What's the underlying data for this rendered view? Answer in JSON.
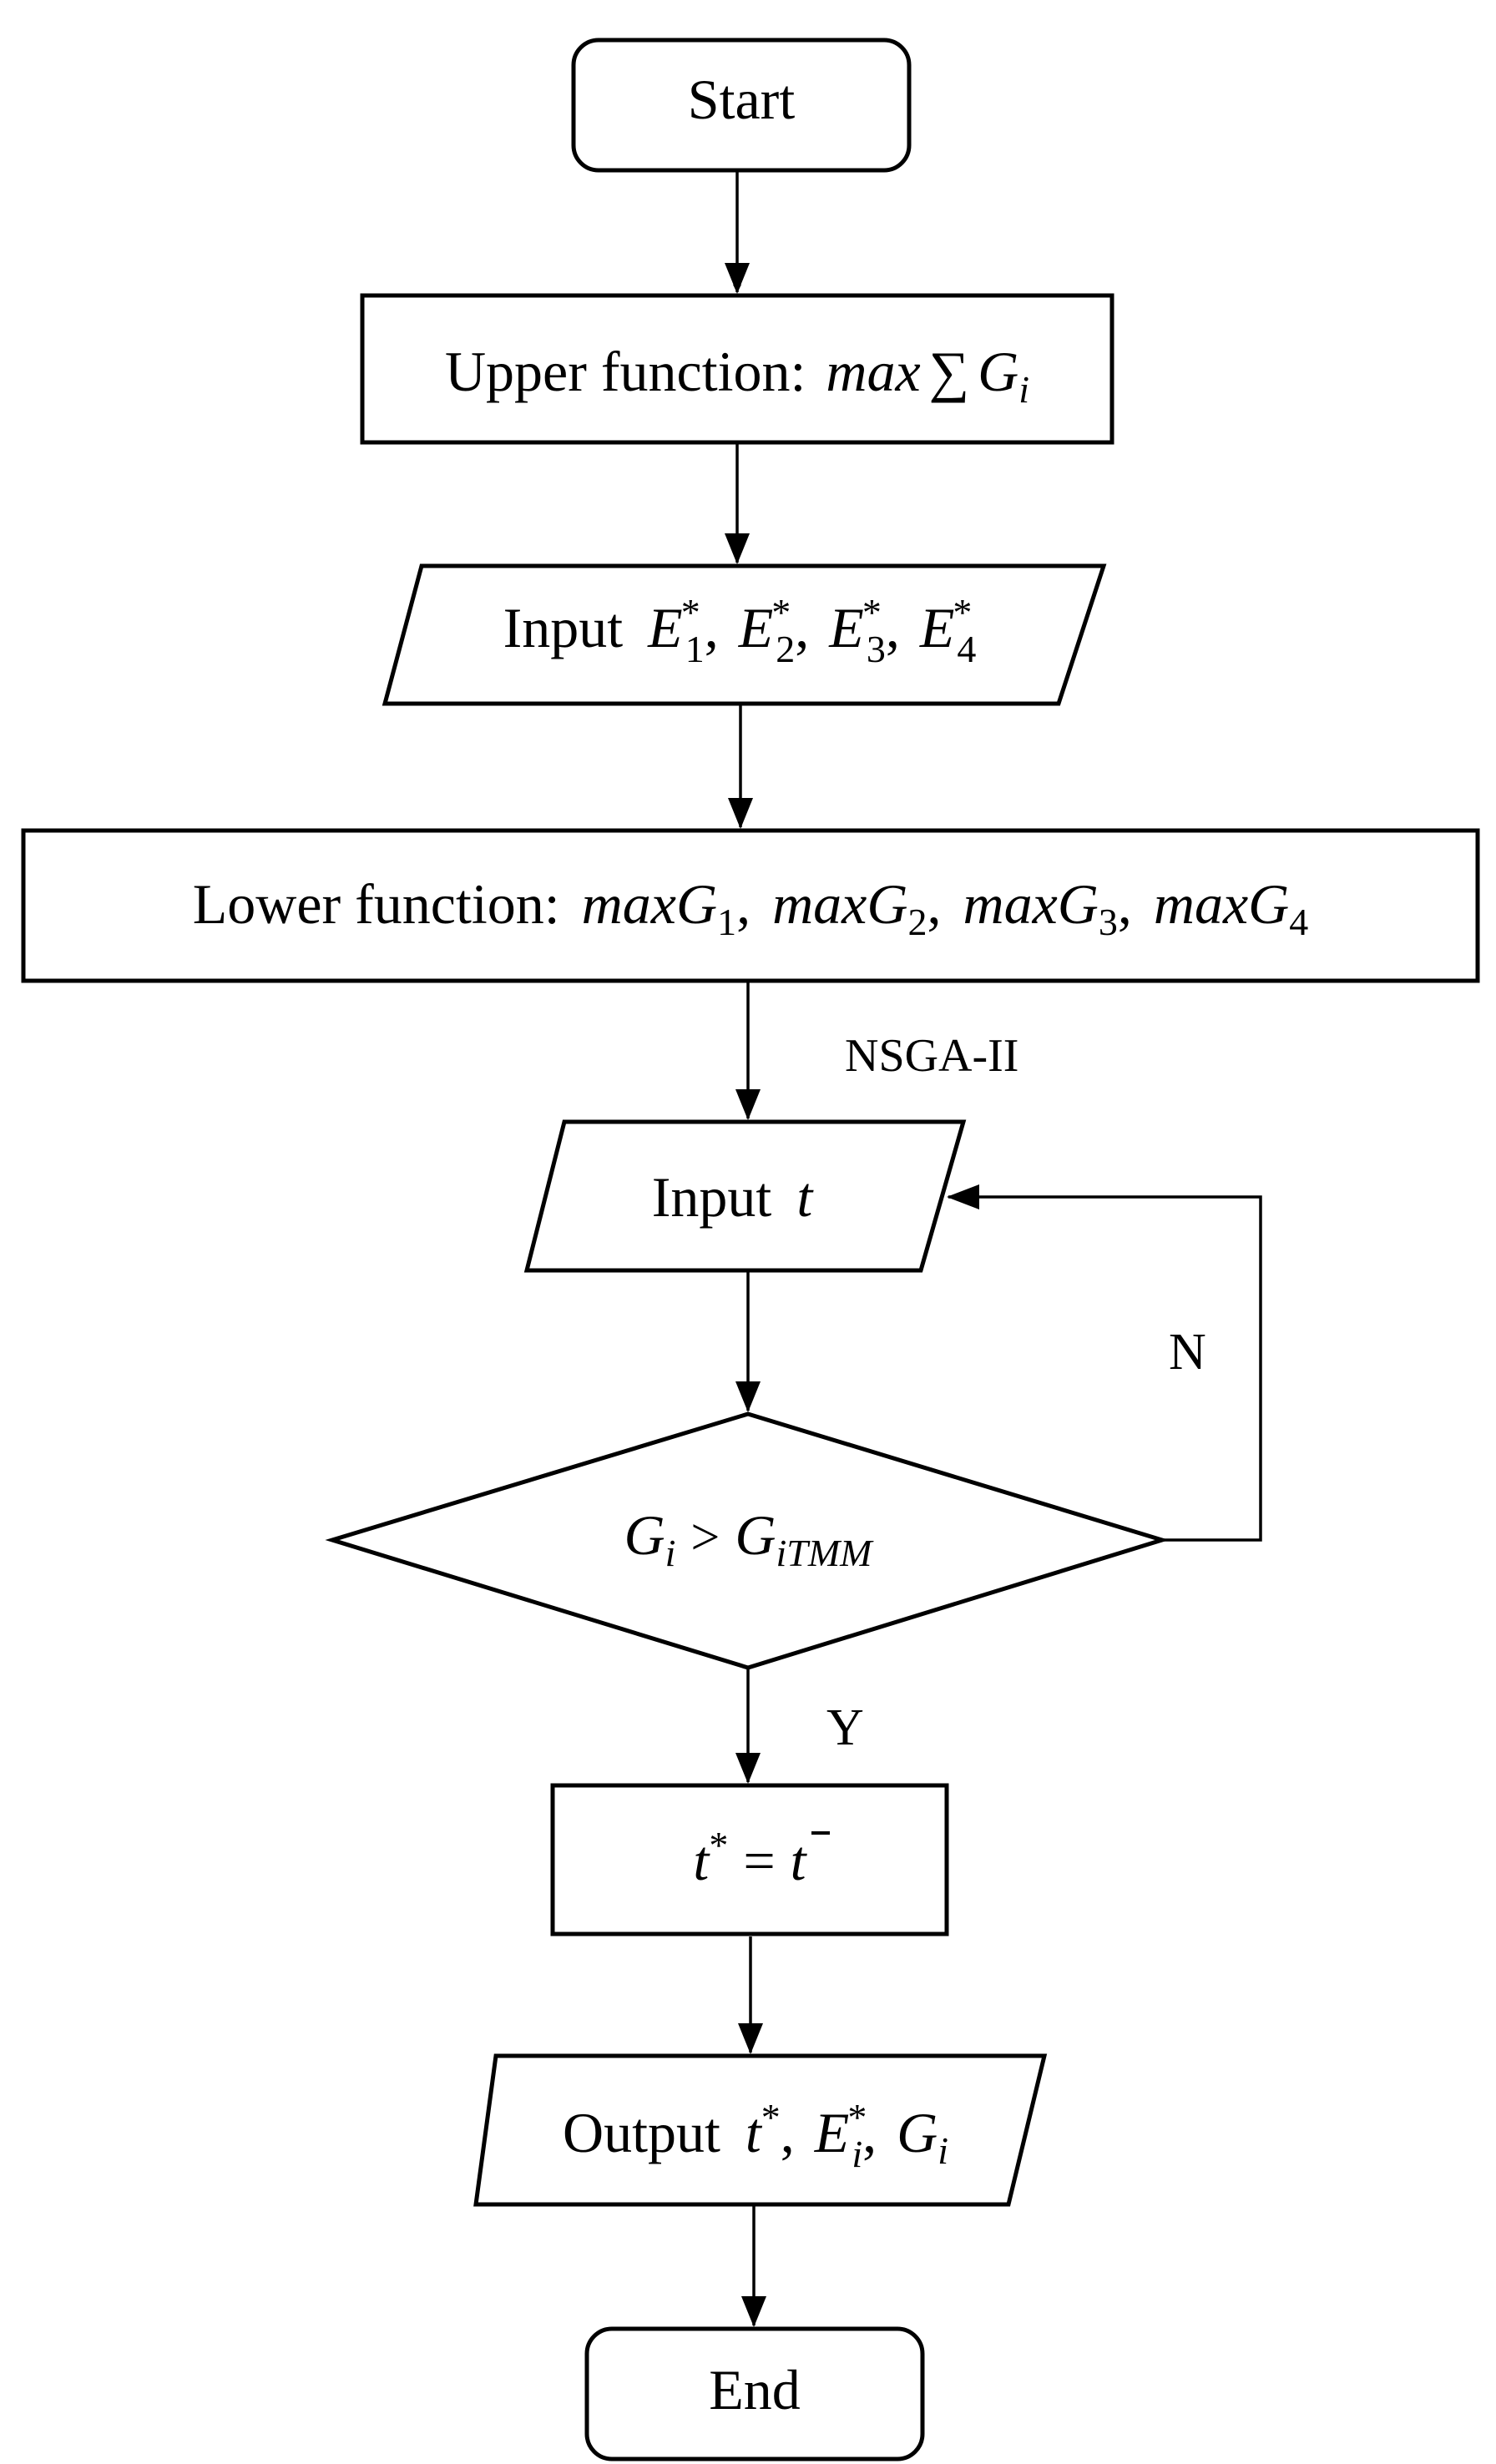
{
  "nodes": {
    "start": {
      "label": "Start"
    },
    "upper": {
      "label": "Upper function:",
      "formula": {
        "prefix": "max",
        "sum": "∑",
        "var": "G",
        "sub": "i"
      }
    },
    "input_e": {
      "label": "Input",
      "terms": [
        {
          "var": "E",
          "sup": "*",
          "sub": "1"
        },
        {
          "var": "E",
          "sup": "*",
          "sub": "2"
        },
        {
          "var": "E",
          "sup": "*",
          "sub": "3"
        },
        {
          "var": "E",
          "sup": "*",
          "sub": "4"
        }
      ]
    },
    "lower": {
      "label": "Lower function:",
      "terms": [
        {
          "var": "maxG",
          "sub": "1"
        },
        {
          "var": "maxG",
          "sub": "2"
        },
        {
          "var": "maxG",
          "sub": "3"
        },
        {
          "var": "maxG",
          "sub": "4"
        }
      ]
    },
    "input_t": {
      "label": "Input",
      "var": "t"
    },
    "decision": {
      "left": "G",
      "left_sub": "i",
      "op": ">",
      "right": "G",
      "right_sub": "iTMM"
    },
    "assign": {
      "lhs": "t",
      "lhs_sup": "*",
      "op": "=",
      "rhs": "t"
    },
    "output": {
      "label": "Output",
      "terms": [
        {
          "var": "t",
          "sup": "*"
        },
        {
          "var": "E",
          "sup": "*",
          "sub": "i"
        },
        {
          "var": "G",
          "sub": "i"
        }
      ]
    },
    "end": {
      "label": "End"
    }
  },
  "edge_labels": {
    "algorithm": "NSGA-II",
    "no": "N",
    "yes": "Y"
  },
  "separator": ","
}
